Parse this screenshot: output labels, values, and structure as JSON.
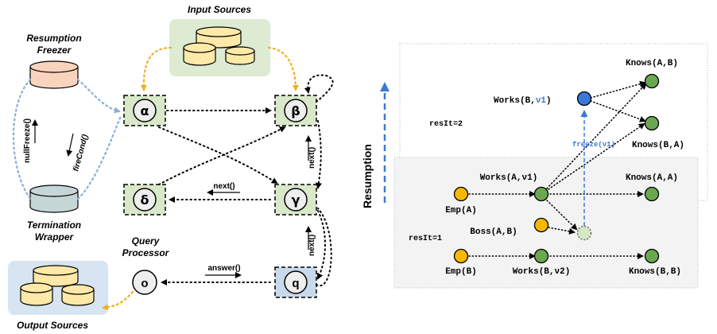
{
  "left": {
    "input_sources": "Input Sources",
    "resumption_freezer_1": "Resumption",
    "resumption_freezer_2": "Freezer",
    "termination_wrapper_1": "Termination",
    "termination_wrapper_2": "Wrapper",
    "query_processor_1": "Query",
    "query_processor_2": "Processor",
    "output_sources": "Output Sources",
    "null_freeze": "nullFreeze()",
    "fire_cond": "fireCond()",
    "next_1": "next()",
    "next_2": "next()",
    "next_3": "next()",
    "answer": "answer()",
    "nodes": {
      "alpha": "α",
      "beta": "β",
      "delta": "δ",
      "gamma": "γ",
      "o": "o",
      "q": "q"
    }
  },
  "right": {
    "resumption": "Resumption",
    "res_it_2": "resIt=2",
    "res_it_1": "resIt=1",
    "freeze": "freeze(ν1)",
    "works_b_v1_prefix": "Works(B,",
    "works_b_v1_var": "ν1",
    "works_b_v1_suffix": ")",
    "knows_a_b_top": "Knows(A,B)",
    "knows_b_a": "Knows(B,A)",
    "works_a_v1": "Works(A,ν1)",
    "knows_a_a": "Knows(A,A)",
    "emp_a": "Emp(A)",
    "boss_a_b": "Boss(A,B)",
    "emp_b": "Emp(B)",
    "works_b_v2": "Works(B,ν2)",
    "knows_b_b": "Knows(B,B)"
  },
  "colors": {
    "green_box": "#d9e8c8",
    "blue_box": "#c9d9ec",
    "node_green": "#6aa84f",
    "node_yellow": "#f6b800",
    "node_blue": "#3c78d8",
    "cylinder_yellow": "#ffe9a8",
    "cylinder_peach": "#f9d3bd",
    "cylinder_gray": "#c5d6d6",
    "input_bg": "#dcebd2",
    "output_bg": "#d7e4f2",
    "dotted_orange": "#f0b020",
    "dotted_blue": "#8ab0d8",
    "freeze_blue": "#3c78d8"
  }
}
